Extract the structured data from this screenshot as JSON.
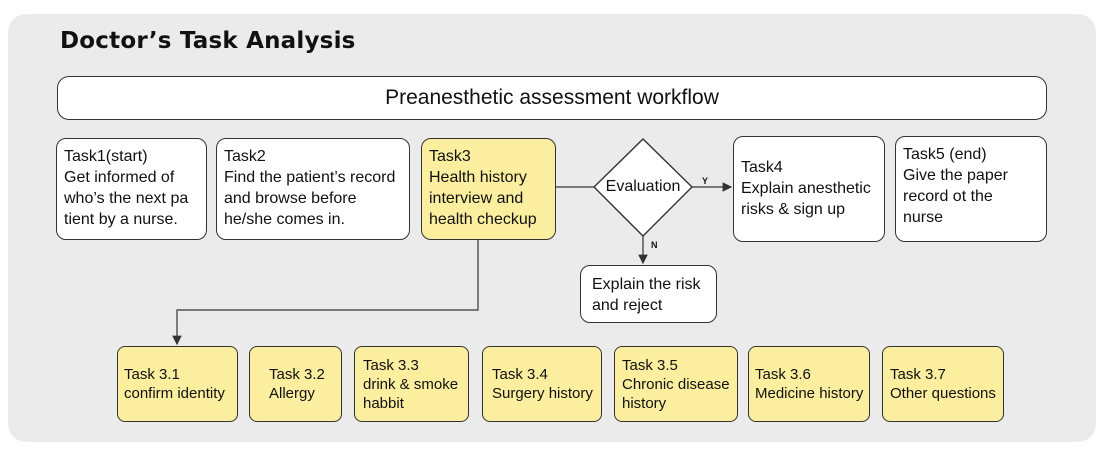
{
  "title": "Doctor’s Task Analysis",
  "workflow_label": "Preanesthetic assessment workflow",
  "tasks": [
    {
      "lines": [
        "Task1(start)",
        "Get informed of",
        "who’s the next pa",
        "tient by a nurse."
      ]
    },
    {
      "lines": [
        "Task2",
        "Find the patient’s record",
        "and browse before",
        "he/she comes in."
      ]
    },
    {
      "lines": [
        "Task3",
        "Health history",
        "interview and",
        "health checkup"
      ]
    },
    {
      "lines": [
        "Task4",
        "Explain anesthetic",
        "risks  & sign up"
      ]
    },
    {
      "lines": [
        "Task5 (end)",
        "Give the paper",
        "record ot the",
        "nurse"
      ]
    }
  ],
  "decision": {
    "label": "Evaluation",
    "yes": "Y",
    "no": "N"
  },
  "reject": {
    "lines": [
      "Explain the risk",
      "and reject"
    ]
  },
  "subtasks": [
    {
      "lines": [
        "Task 3.1",
        "confirm identity"
      ]
    },
    {
      "lines": [
        "Task 3.2",
        "Allergy"
      ]
    },
    {
      "lines": [
        "Task 3.3",
        "drink & smoke",
        "habbit"
      ]
    },
    {
      "lines": [
        "Task 3.4",
        "Surgery history"
      ]
    },
    {
      "lines": [
        "Task 3.5",
        "Chronic disease",
        "history"
      ]
    },
    {
      "lines": [
        "Task 3.6",
        "Medicine history"
      ]
    },
    {
      "lines": [
        "Task 3.7",
        "Other questions"
      ]
    }
  ],
  "colors": {
    "highlight": "#fbee9e",
    "panel": "#ebebeb",
    "stroke": "#333333"
  }
}
